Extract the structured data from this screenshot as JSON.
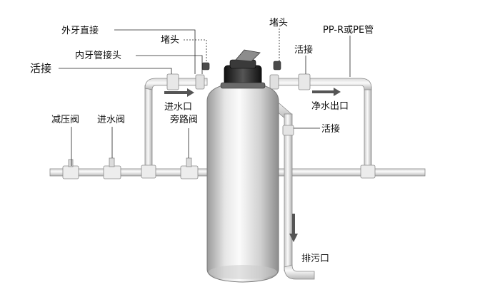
{
  "labels": {
    "outer_thread_connector": "外牙直接",
    "plug_left": "堵头",
    "inner_thread_connector": "内牙管接头",
    "union_left": "活接",
    "plug_right": "堵头",
    "pipe_material": "PP-R或PE管",
    "union_right_top": "活接",
    "inlet": "进水口",
    "outlet": "净水出口",
    "pressure_reducing_valve": "减压阀",
    "inlet_valve": "进水阀",
    "bypass_valve": "旁路阀",
    "union_drain": "活接",
    "drain": "排污口"
  },
  "colors": {
    "pipe_fill": "#f4f4f4",
    "pipe_stroke": "#8a8a8a",
    "arrow": "#555555",
    "leader": "#222222",
    "valve_head": "#2a2a2a",
    "tank_light": "#f7f7f7",
    "tank_dark": "#9a9a9a"
  }
}
